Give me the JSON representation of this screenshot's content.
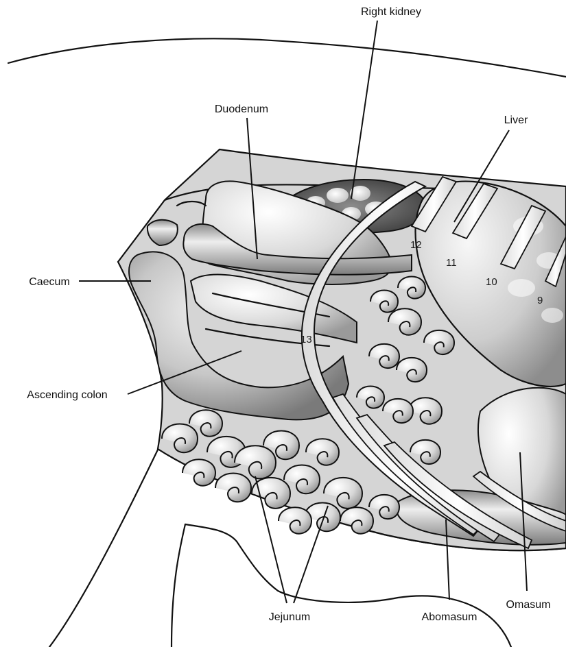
{
  "labels": {
    "right_kidney": "Right kidney",
    "duodenum": "Duodenum",
    "liver": "Liver",
    "caecum": "Caecum",
    "ascending_colon": "Ascending colon",
    "jejunum": "Jejunum",
    "abomasum": "Abomasum",
    "omasum": "Omasum"
  },
  "rib_numbers": {
    "r12": "12",
    "r11": "11",
    "r10": "10",
    "r9": "9",
    "r13": "13"
  },
  "colors": {
    "outline": "#111111",
    "organ_light": "#e6e6e6",
    "organ_mid": "#b9b9b9",
    "organ_dark": "#7d7d7d",
    "fat_dark": "#5a5a5a"
  }
}
